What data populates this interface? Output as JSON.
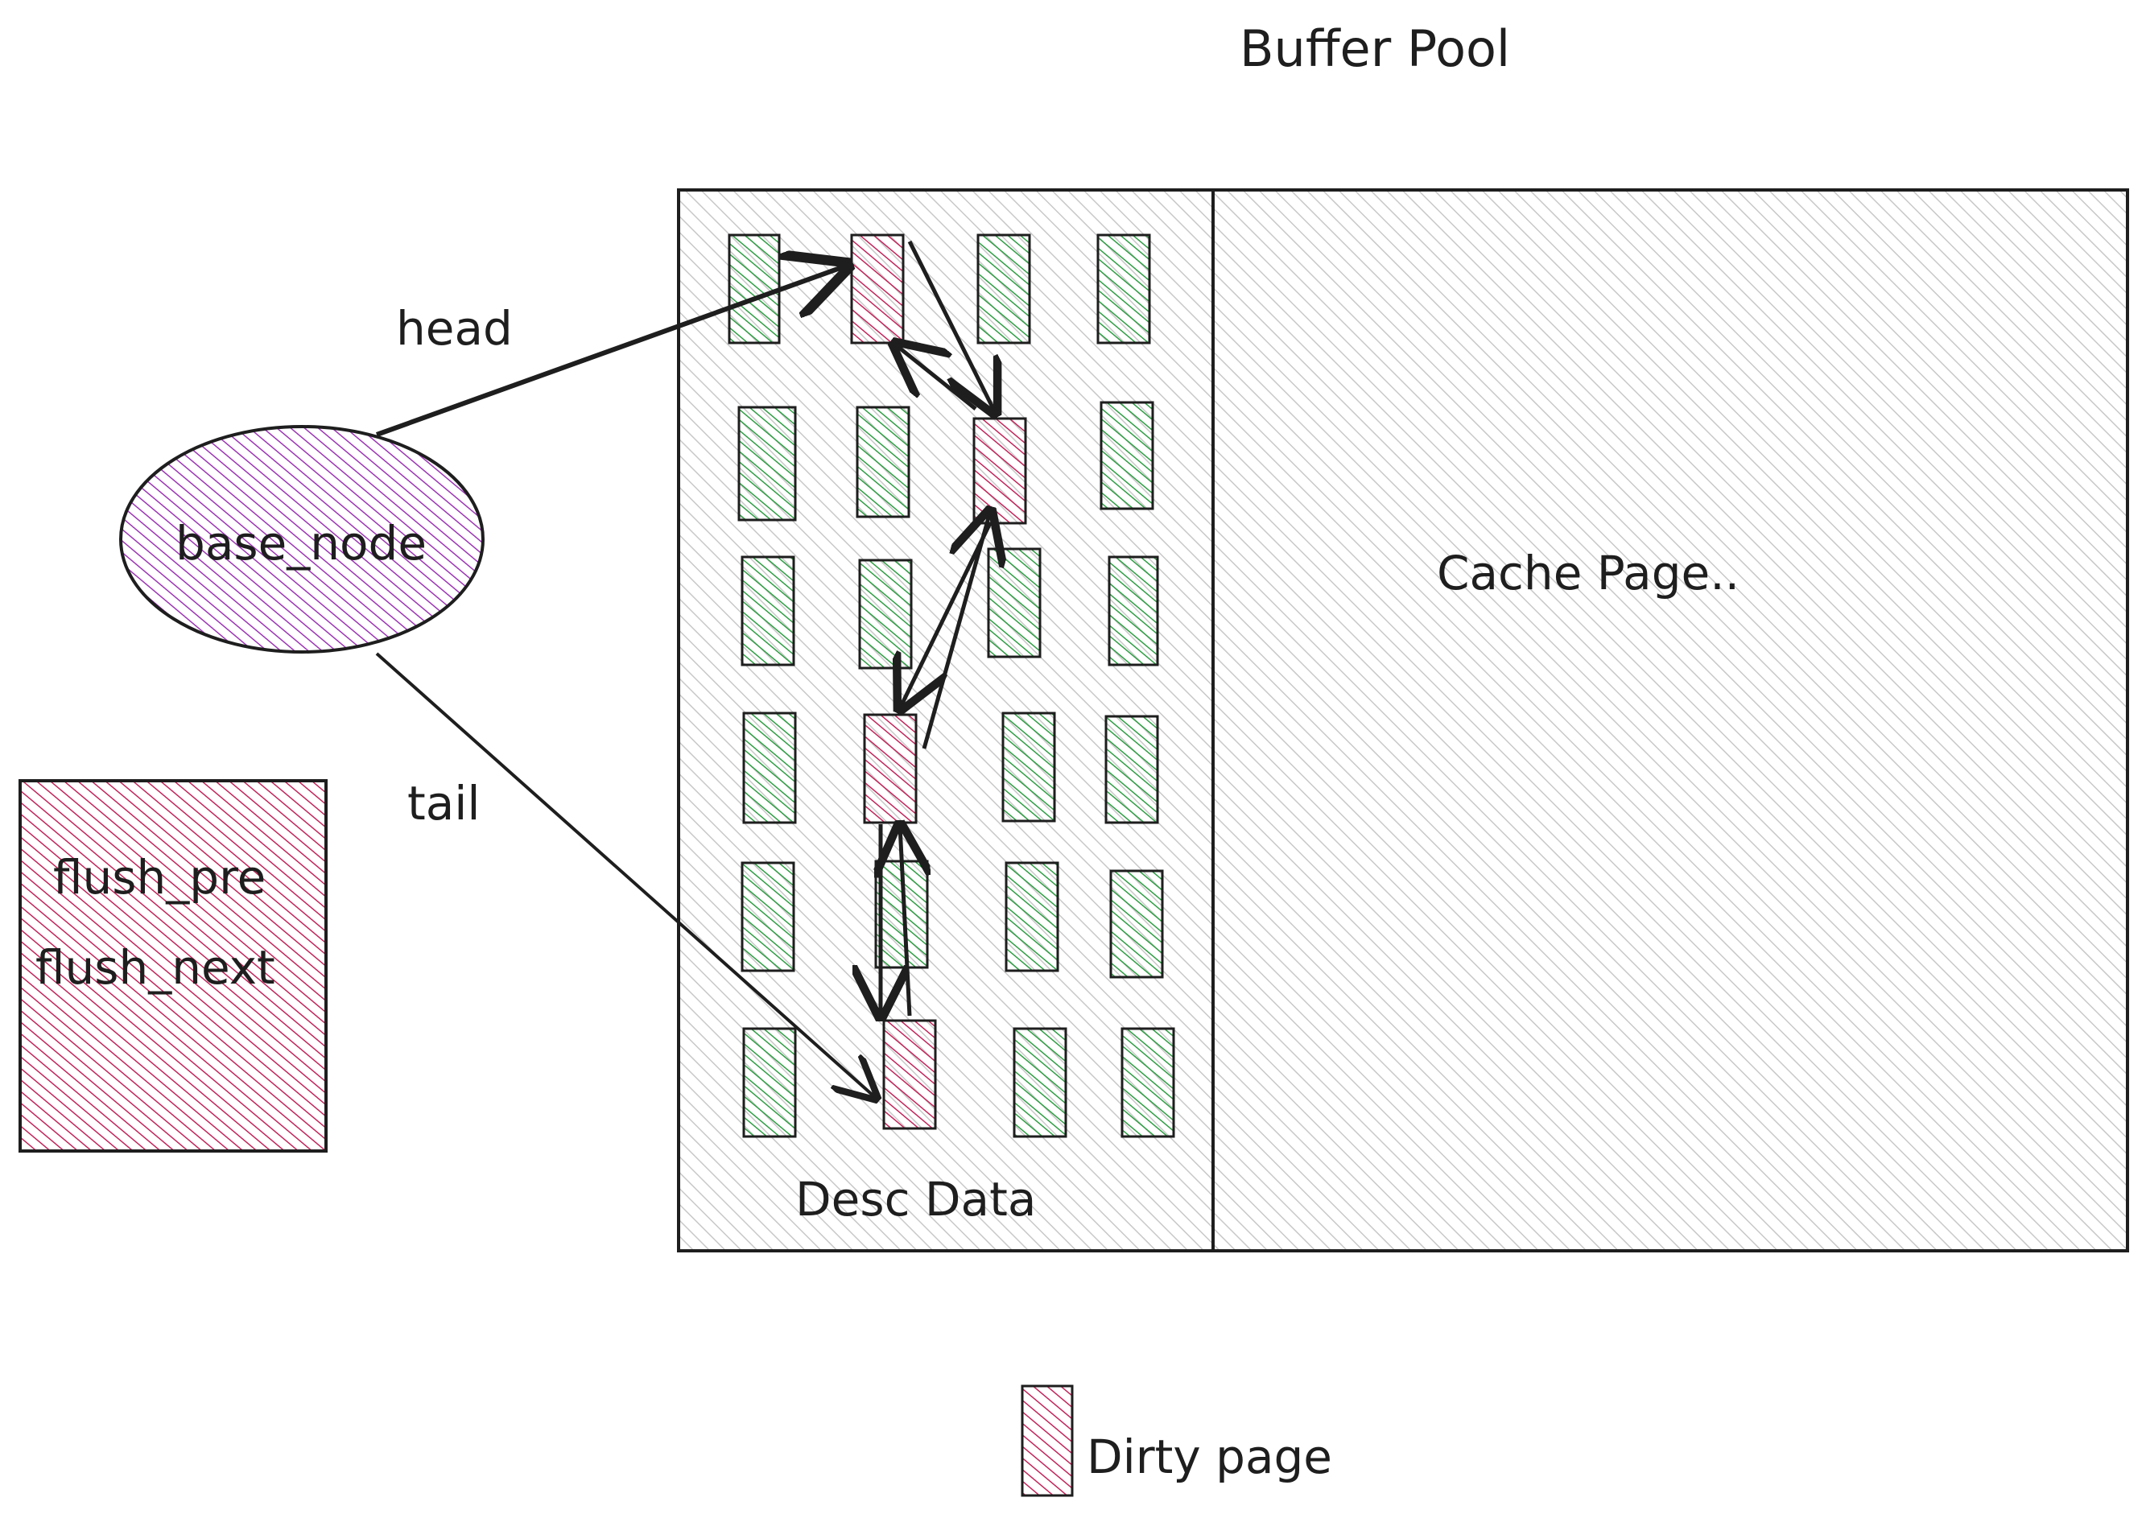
{
  "diagram": {
    "title": "Buffer Pool",
    "desc_data_label": "Desc Data",
    "cache_page_label": "Cache Page..",
    "base_node_label": "base_node",
    "head_label": "head",
    "tail_label": "tail",
    "struct_fields": [
      "flush_pre",
      "flush_next"
    ],
    "legend_label": "Dirty page",
    "colors": {
      "clean_page": "#2f9e44",
      "dirty_page": "#c2255c",
      "base_node": "#9c36b5",
      "region_hatch": "#bdbdbd",
      "stroke": "#1e1e1e"
    },
    "grid": {
      "columns": 4,
      "rows": 6,
      "dirty_cells": [
        "r1c2",
        "r2c3",
        "r4c2",
        "r6c2"
      ]
    }
  }
}
